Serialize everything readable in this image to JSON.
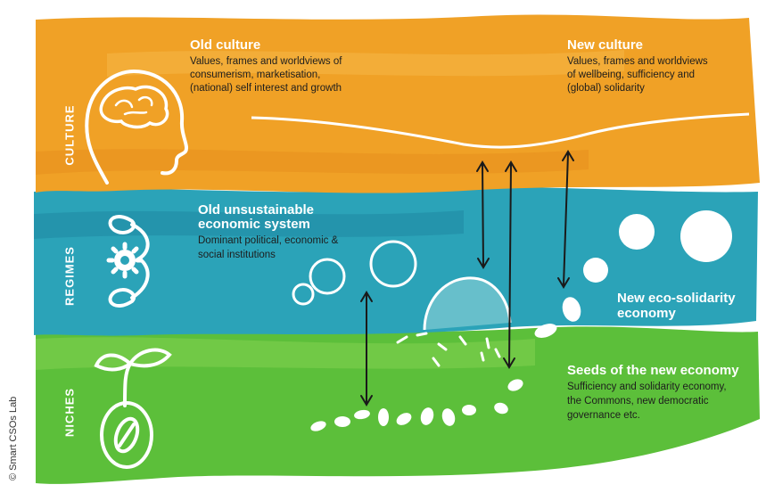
{
  "bands": {
    "culture": "CULTURE",
    "regimes": "REGIMES",
    "niches": "NICHES"
  },
  "old_culture": {
    "title": "Old culture",
    "body": [
      "Values, frames and worldviews of",
      "consumerism, marketisation,",
      "(national) self interest and growth"
    ]
  },
  "new_culture": {
    "title": "New culture",
    "body": [
      "Values, frames and worldviews",
      "of wellbeing, sufficiency and",
      "(global) solidarity"
    ]
  },
  "old_system": {
    "title": [
      "Old unsustainable",
      "economic system"
    ],
    "body": [
      "Dominant political, economic &",
      "social institutions"
    ]
  },
  "new_economy": {
    "title": [
      "New eco-solidarity",
      "economy"
    ]
  },
  "seeds": {
    "title": "Seeds of the new economy",
    "body": [
      "Sufficiency and solidarity economy,",
      "the Commons, new democratic",
      "governance etc."
    ]
  },
  "credit": "© Smart CSOs Lab",
  "colors": {
    "culture": "#f0a126",
    "regimes": "#2ba3b8",
    "niches": "#5cbf3a",
    "text_dark": "#1d1d1d",
    "white": "#ffffff"
  }
}
